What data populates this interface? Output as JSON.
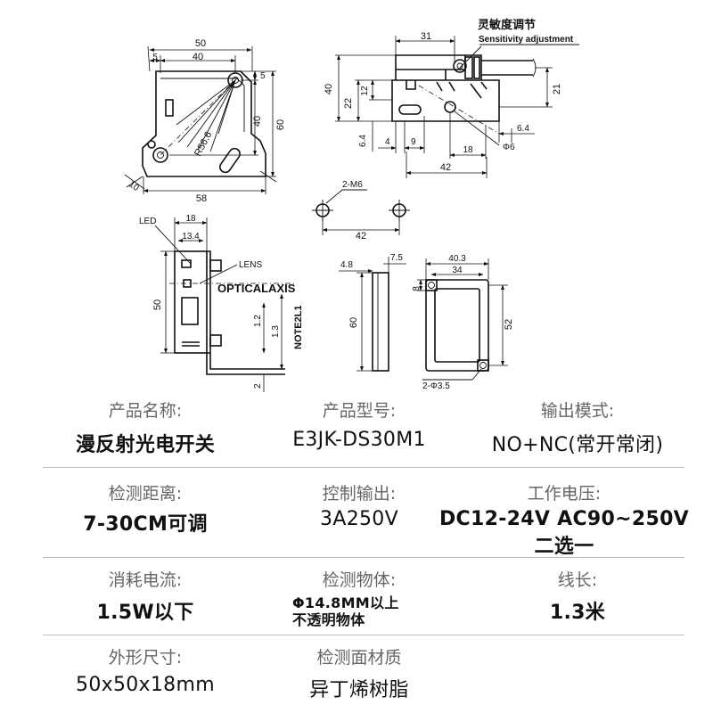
{
  "drawings": {
    "top_left": {
      "w50": "50",
      "w5": "5",
      "w40": "40",
      "h5": "5",
      "h40": "40",
      "h60": "60",
      "radius": "R56.6",
      "d10": "10",
      "w58": "58"
    },
    "top_right": {
      "note_cn": "灵敏度调节",
      "note_en": "Sensitivity adjustment",
      "w31": "31",
      "h40": "40",
      "h22": "22",
      "h12": "12",
      "d21": "21",
      "d6_4a": "6.4",
      "d4": "4",
      "d9": "9",
      "d18": "18",
      "d6_4b": "6.4",
      "phi6": "Φ6",
      "w42": "42"
    },
    "mount": {
      "holes": "2-M6",
      "w42": "42"
    },
    "front": {
      "led": "LED",
      "w18": "18",
      "w13_4": "13.4",
      "lens": "LENS",
      "axis": "OPTICALAXIS",
      "h50": "50",
      "d1_2": "1.2",
      "d1_3": "1.3",
      "note": "NOTE2L1",
      "d2": "2"
    },
    "side": {
      "w4_8": "4.8",
      "w7_5": "7.5",
      "h60": "60"
    },
    "back": {
      "w40_3": "40.3",
      "w34": "34",
      "h8": "8",
      "h52": "52",
      "holes": "2-Φ3.5"
    }
  },
  "specs": [
    [
      {
        "label": "产品名称:",
        "value": "漫反射光电开关"
      },
      {
        "label": "产品型号:",
        "value": "E3JK-DS30M1"
      },
      {
        "label": "输出模式:",
        "value": "NO+NC(常开常闭)"
      }
    ],
    [
      {
        "label": "检测距离:",
        "value": "7-30CM可调"
      },
      {
        "label": "控制输出:",
        "value": "3A250V"
      },
      {
        "label": "工作电压:",
        "value": "DC12-24V AC90~250V",
        "value2": "二选一"
      }
    ],
    [
      {
        "label": "消耗电流:",
        "value": "1.5W以下"
      },
      {
        "label": "检测物体:",
        "value": "Φ14.8MM以上",
        "value2": "不透明物体"
      },
      {
        "label": "线长:",
        "value": "1.3米"
      }
    ],
    [
      {
        "label": "外形尺寸:",
        "value": "50x50x18mm"
      },
      {
        "label": "检测面材质",
        "value": "异丁烯树脂"
      }
    ]
  ]
}
